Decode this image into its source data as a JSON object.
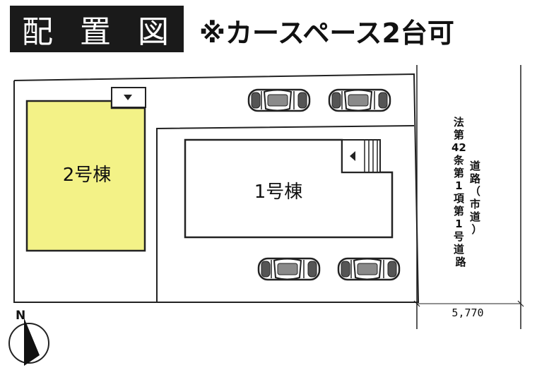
{
  "header": {
    "title": "配 置 図",
    "subtitle": "※カースペース2台可"
  },
  "buildings": [
    {
      "label": "2号棟",
      "fill": "#f3f287"
    },
    {
      "label": "1号棟",
      "fill": "#ffffff"
    }
  ],
  "road": {
    "col1": [
      "法",
      "第",
      "42",
      "条",
      "第",
      "1",
      "項",
      "第",
      "1",
      "号",
      "道",
      "路"
    ],
    "col2": [
      "道",
      "路",
      "（",
      "市",
      "道",
      "）"
    ]
  },
  "dimension": "5,770",
  "north": "N",
  "colors": {
    "line": "#222222",
    "building_2": "#f3f287"
  }
}
